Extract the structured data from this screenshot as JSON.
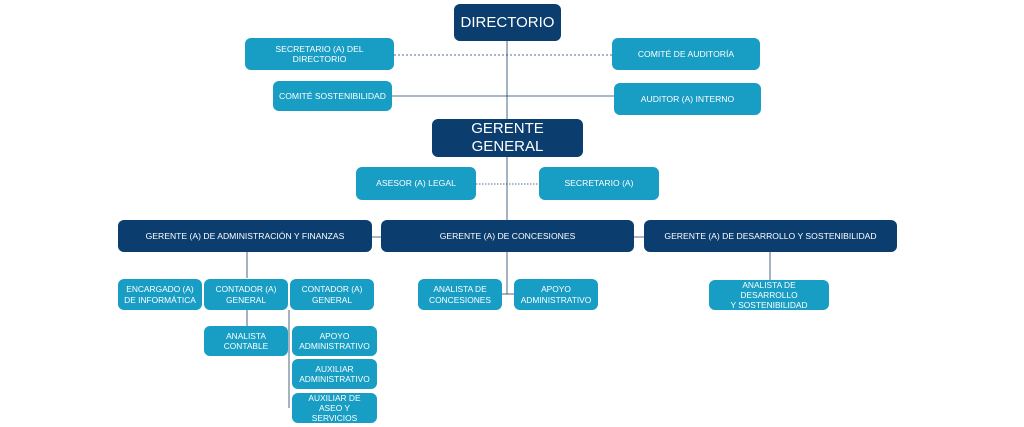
{
  "colors": {
    "dark": "#0b3d6e",
    "light": "#189dc4",
    "line": "#1e3f66"
  },
  "nodes": {
    "directorio": "DIRECTORIO",
    "secretario_directorio": "SECRETARIO (A) DEL DIRECTORIO",
    "comite_auditoria": "COMITÉ DE AUDITORÍA",
    "comite_sostenibilidad": "COMITÉ SOSTENIBILIDAD",
    "auditor_interno": "AUDITOR (A) INTERNO",
    "gerente_general": "GERENTE GENERAL",
    "asesor_legal": "ASESOR (A) LEGAL",
    "secretario": "SECRETARIO (A)",
    "gerente_admin": "GERENTE (A) DE ADMINISTRACIÓN Y FINANZAS",
    "gerente_concesiones": "GERENTE (A) DE CONCESIONES",
    "gerente_desarrollo": "GERENTE (A) DE DESARROLLO Y SOSTENIBILIDAD",
    "encargado_informatica": "ENCARGADO (A)\nDE INFORMÁTICA",
    "contador_general_1": "CONTADOR (A)\nGENERAL",
    "contador_general_2": "CONTADOR (A)\nGENERAL",
    "analista_contable": "ANALISTA\nCONTABLE",
    "apoyo_admin_1": "APOYO\nADMINISTRATIVO",
    "auxiliar_admin": "AUXILIAR\nADMINISTRATIVO",
    "auxiliar_aseo": "AUXILIAR DE\nASEO Y SERVICIOS",
    "analista_concesiones": "ANALISTA DE\nCONCESIONES",
    "apoyo_admin_2": "APOYO\nADMINISTRATIVO",
    "analista_desarrollo": "ANALISTA DE DESARROLLO\nY SOSTENIBILIDAD"
  }
}
